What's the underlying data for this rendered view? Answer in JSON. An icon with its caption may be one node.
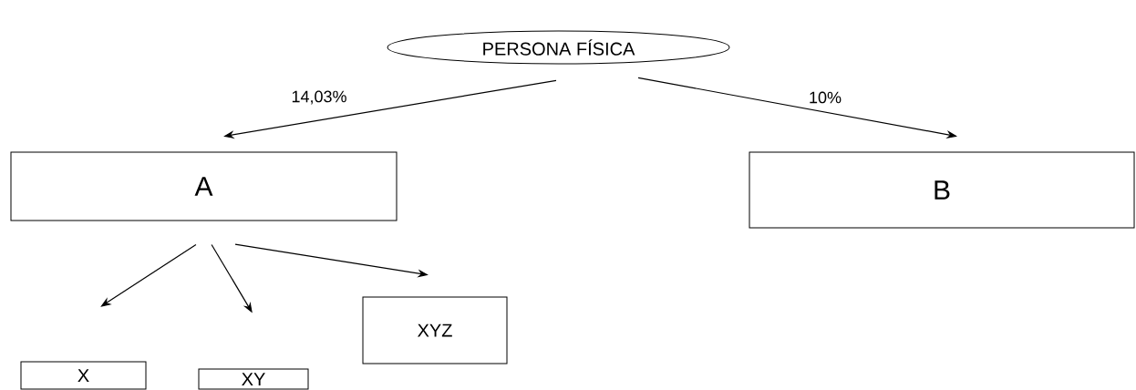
{
  "diagram": {
    "nodes": [
      {
        "text": [
          "PERSONA FÍSICA"
        ]
      },
      {
        "text": [
          "A"
        ]
      },
      {
        "text": [
          "B"
        ]
      },
      {
        "text": [
          "X"
        ]
      },
      {
        "text": [
          "XY"
        ]
      },
      {
        "text": [
          "XYZ"
        ]
      }
    ],
    "edges": [
      {
        "from": 0,
        "to": 1,
        "arrow": "to",
        "label": "14,03%"
      },
      {
        "from": 0,
        "to": 2,
        "arrow": "to",
        "label": "10%"
      },
      {
        "from": 1,
        "to": 3,
        "arrow": "to"
      },
      {
        "from": 1,
        "to": 4,
        "arrow": "to"
      },
      {
        "from": 1,
        "to": 5,
        "arrow": "to"
      }
    ]
  }
}
